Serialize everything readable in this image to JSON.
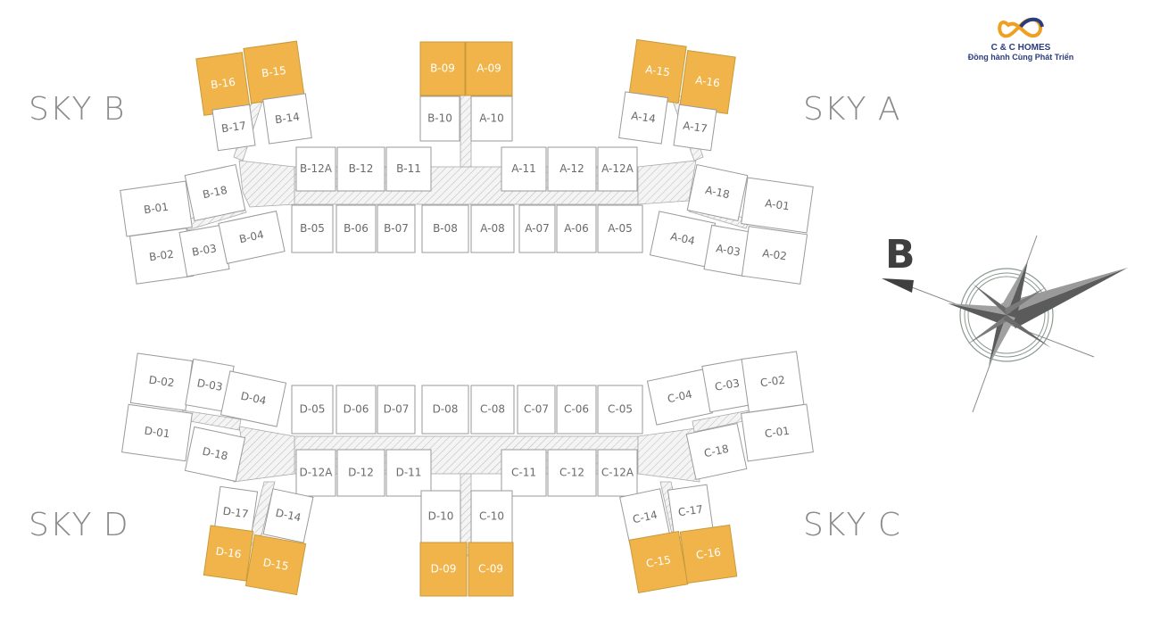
{
  "logo": {
    "name": "C & C HOMES",
    "slogan": "Đồng hành Cùng Phát Triển",
    "colors": {
      "orange": "#f0a020",
      "navy": "#2a3c7c"
    }
  },
  "towers": {
    "sky_b": "SKY B",
    "sky_a": "SKY A",
    "sky_d": "SKY D",
    "sky_c": "SKY C"
  },
  "compass": {
    "direction": "B",
    "icon": "compass-rose-icon"
  },
  "highlight_color": "#f0b44a",
  "units": [
    {
      "id": "B-16",
      "hl": true
    },
    {
      "id": "B-15",
      "hl": true
    },
    {
      "id": "B-09",
      "hl": true
    },
    {
      "id": "A-09",
      "hl": true
    },
    {
      "id": "A-15",
      "hl": true
    },
    {
      "id": "A-16",
      "hl": true
    },
    {
      "id": "B-17"
    },
    {
      "id": "B-14"
    },
    {
      "id": "B-10"
    },
    {
      "id": "A-10"
    },
    {
      "id": "A-14"
    },
    {
      "id": "A-17"
    },
    {
      "id": "B-12A"
    },
    {
      "id": "B-12"
    },
    {
      "id": "B-11"
    },
    {
      "id": "A-11"
    },
    {
      "id": "A-12"
    },
    {
      "id": "A-12A"
    },
    {
      "id": "B-18"
    },
    {
      "id": "B-01"
    },
    {
      "id": "A-18"
    },
    {
      "id": "A-01"
    },
    {
      "id": "B-05"
    },
    {
      "id": "B-06"
    },
    {
      "id": "B-07"
    },
    {
      "id": "B-08"
    },
    {
      "id": "A-08"
    },
    {
      "id": "A-07"
    },
    {
      "id": "A-06"
    },
    {
      "id": "A-05"
    },
    {
      "id": "B-02"
    },
    {
      "id": "B-03"
    },
    {
      "id": "B-04"
    },
    {
      "id": "A-04"
    },
    {
      "id": "A-03"
    },
    {
      "id": "A-02"
    },
    {
      "id": "D-02"
    },
    {
      "id": "D-03"
    },
    {
      "id": "D-04"
    },
    {
      "id": "C-04"
    },
    {
      "id": "C-03"
    },
    {
      "id": "C-02"
    },
    {
      "id": "D-05"
    },
    {
      "id": "D-06"
    },
    {
      "id": "D-07"
    },
    {
      "id": "D-08"
    },
    {
      "id": "C-08"
    },
    {
      "id": "C-07"
    },
    {
      "id": "C-06"
    },
    {
      "id": "C-05"
    },
    {
      "id": "D-01"
    },
    {
      "id": "D-18"
    },
    {
      "id": "C-18"
    },
    {
      "id": "C-01"
    },
    {
      "id": "D-12A"
    },
    {
      "id": "D-12"
    },
    {
      "id": "D-11"
    },
    {
      "id": "C-11"
    },
    {
      "id": "C-12"
    },
    {
      "id": "C-12A"
    },
    {
      "id": "D-17"
    },
    {
      "id": "D-14"
    },
    {
      "id": "D-10"
    },
    {
      "id": "C-10"
    },
    {
      "id": "C-14"
    },
    {
      "id": "C-17"
    },
    {
      "id": "D-16",
      "hl": true
    },
    {
      "id": "D-15",
      "hl": true
    },
    {
      "id": "D-09",
      "hl": true
    },
    {
      "id": "C-09",
      "hl": true
    },
    {
      "id": "C-15",
      "hl": true
    },
    {
      "id": "C-16",
      "hl": true
    }
  ]
}
